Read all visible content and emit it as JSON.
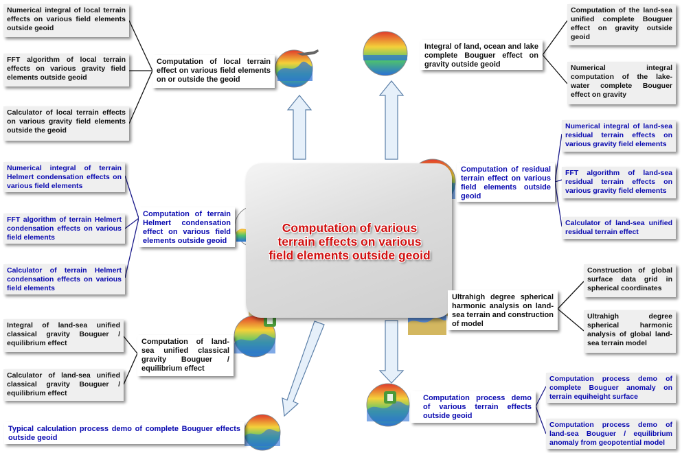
{
  "center": {
    "title_line1": "Computation of various",
    "title_line2": "terrain effects on various",
    "title_line3": "field elements outside geoid"
  },
  "hubs": {
    "local_terrain": "Computation of local terrain effect on various field elements on or outside the geoid",
    "complete_bouguer": "Integral of land, ocean and lake complete Bouguer effect on gravity outside geoid",
    "residual_terrain": "Computation of residual terrain effect on various field elements outside geoid",
    "helmert": "Computation of terrain Helmert condensation effect on various field elements outside geoid",
    "spherical_harmonic": "Ultrahigh degree spherical harmonic analysis on land-sea terrain and construction of model",
    "classical_bouguer": "Computation of land-sea unified classical gravity Bouguer / equilibrium effect",
    "process_demo": "Computation process demo of various terrain effects outside geoid",
    "typical_demo": "Typical calculation process demo of complete Bouguer effects outside geoid"
  },
  "leaves": {
    "local_1": "Numerical integral of local terrain effects on various field elements outside geoid",
    "local_2": "FFT algorithm of local terrain effects on various gravity field elements outside geoid",
    "local_3": "Calculator of local terrain effects on various gravity field elements outside the geoid",
    "bouguer_1": "Computation of the land-sea unified complete Bouguer effect on gravity outside geoid",
    "bouguer_2": "Numerical integral computation of the lake-water complete Bouguer effect on gravity",
    "residual_1": "Numerical integral of land-sea residual terrain effects on various gravity field elements",
    "residual_2": "FFT algorithm of land-sea residual terrain effects on various gravity field elements",
    "residual_3": "Calculator of land-sea unified residual terrain effect",
    "helmert_1": "Numerical integral of terrain Helmert condensation effects on various field elements",
    "helmert_2": "FFT algorithm of terrain Helmert condensation effects on various field elements",
    "helmert_3": "Calculator of terrain Helmert condensation effects on various field elements",
    "spherical_1": "Construction of global surface data grid in spherical coordinates",
    "spherical_2": "Ultrahigh degree spherical harmonic analysis of global land-sea terrain model",
    "classical_1": "Integral of land-sea unified classical gravity Bouguer / equilibrium effect",
    "classical_2": "Calculator of land-sea unified classical gravity Bouguer / equilibrium effect",
    "demo_1": "Computation process demo of complete Bouguer anomaly on terrain equiheight surface",
    "demo_2": "Computation process demo of land-sea Bouguer / equilibrium anomaly from geopotential model"
  },
  "colors": {
    "blue_text": "#0a0ab0",
    "black_text": "#111111",
    "title_red": "#d01010",
    "box_fill": "#efefef",
    "arrow_fill": "#e6f0fa",
    "arrow_stroke": "#5b7fa8",
    "line": "#1a1a8a"
  }
}
